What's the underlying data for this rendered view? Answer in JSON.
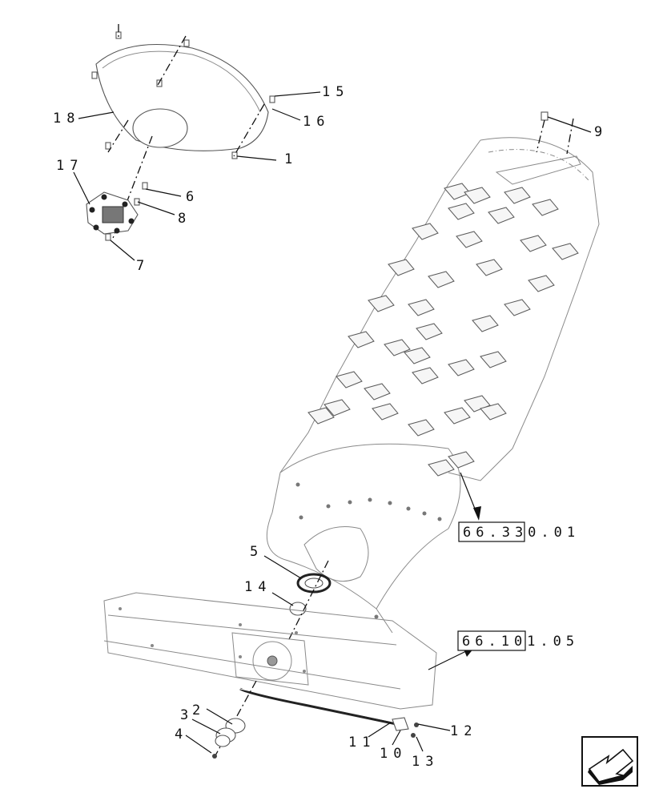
{
  "callouts": {
    "c1": "1",
    "c2": "2",
    "c3": "3",
    "c4": "4",
    "c5": "5",
    "c6": "6",
    "c7": "7",
    "c8": "8",
    "c9": "9",
    "c10": "10",
    "c11": "11",
    "c12": "12",
    "c13": "13",
    "c14": "14",
    "c15": "15",
    "c16": "16",
    "c17": "17",
    "c18": "18"
  },
  "references": {
    "rotor": "66.330.01",
    "housing": "66.101.05"
  },
  "nav_icon": "arrow-icon"
}
